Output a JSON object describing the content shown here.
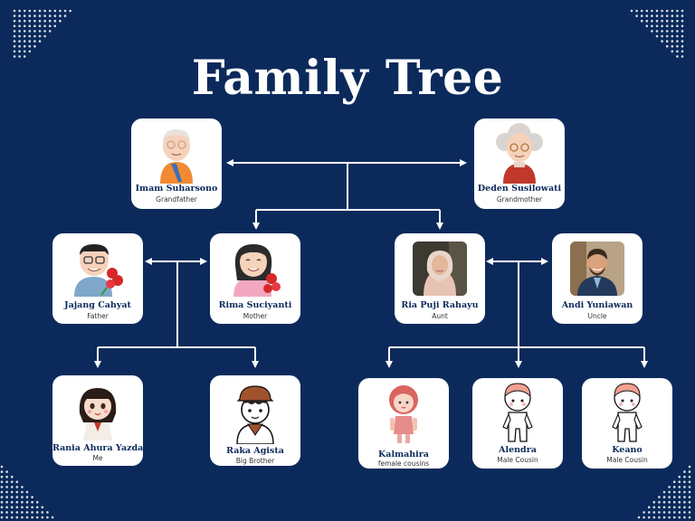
{
  "title": "Family Tree",
  "colors": {
    "background": "#0b2a5b",
    "card": "#ffffff",
    "line": "#ffffff",
    "name_text": "#0b2a5b"
  },
  "members": {
    "grandfather": {
      "name": "Imam Suharsono",
      "role": "Grandfather",
      "icon": "elderly-man-avatar-icon"
    },
    "grandmother": {
      "name": "Deden Susilowati",
      "role": "Grandmother",
      "icon": "elderly-woman-avatar-icon"
    },
    "father": {
      "name": "Jajang Cahyat",
      "role": "Father",
      "icon": "man-with-flowers-avatar-icon"
    },
    "mother": {
      "name": "Rima Suciyanti",
      "role": "Mother",
      "icon": "woman-with-flowers-avatar-icon"
    },
    "aunt": {
      "name": "Ria Puji Rahayu",
      "role": "Aunt",
      "icon": "woman-hijab-photo-icon"
    },
    "uncle": {
      "name": "Andi Yuniawan",
      "role": "Uncle",
      "icon": "man-photo-icon"
    },
    "me": {
      "name": "Rania Ahura Yazda",
      "role": "Me",
      "icon": "girl-avatar-icon"
    },
    "brother": {
      "name": "Raka Agista",
      "role": "Big Brother",
      "icon": "boy-scout-avatar-icon"
    },
    "cousin1": {
      "name": "Kalmahira",
      "role": "female cousins",
      "icon": "girl-doll-avatar-icon"
    },
    "cousin2": {
      "name": "Alendra",
      "role": "Male Cousin",
      "icon": "baby-boy-avatar-icon"
    },
    "cousin3": {
      "name": "Keano",
      "role": "Male Cousin",
      "icon": "baby-boy-avatar-icon"
    }
  }
}
